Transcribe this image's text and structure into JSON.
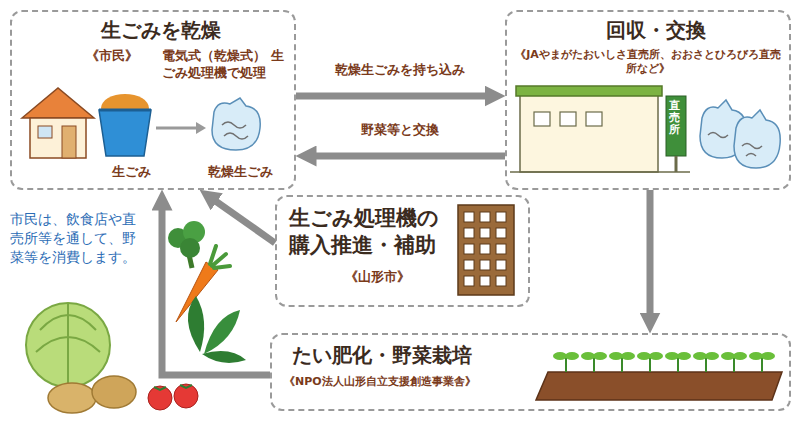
{
  "diagram": {
    "nodes": [
      {
        "text": [
          "生ごみを乾燥",
          "《市民》",
          "電気式（乾燥式） 生ごみ処理機で処理",
          "生ごみ",
          "乾燥生ごみ"
        ]
      },
      {
        "text": [
          "回収・交換",
          "《JAやまがたおいしさ直売所、おおさとひろびろ直売所など》"
        ]
      },
      {
        "text": [
          "生ごみ処理機の 購入推進・補助",
          "《山形市》"
        ]
      },
      {
        "text": [
          "たい肥化・野菜栽培",
          "《NPO法人山形自立支援創造事業舎》"
        ]
      }
    ],
    "edges": [
      {
        "from": 0,
        "to": 1,
        "label": "乾燥生ごみを持ち込み",
        "arrow": "to"
      },
      {
        "from": 1,
        "to": 0,
        "label": "野菜等と交換",
        "arrow": "to"
      },
      {
        "from": 1,
        "to": 3,
        "arrow": "to"
      },
      {
        "from": 2,
        "to": 0,
        "arrow": "to"
      },
      {
        "from": 3,
        "to": 0,
        "arrow": "to"
      }
    ],
    "labels": [
      "市民は、飲食店や直売所等を通して、野菜等を消費します。",
      "直売所"
    ]
  }
}
